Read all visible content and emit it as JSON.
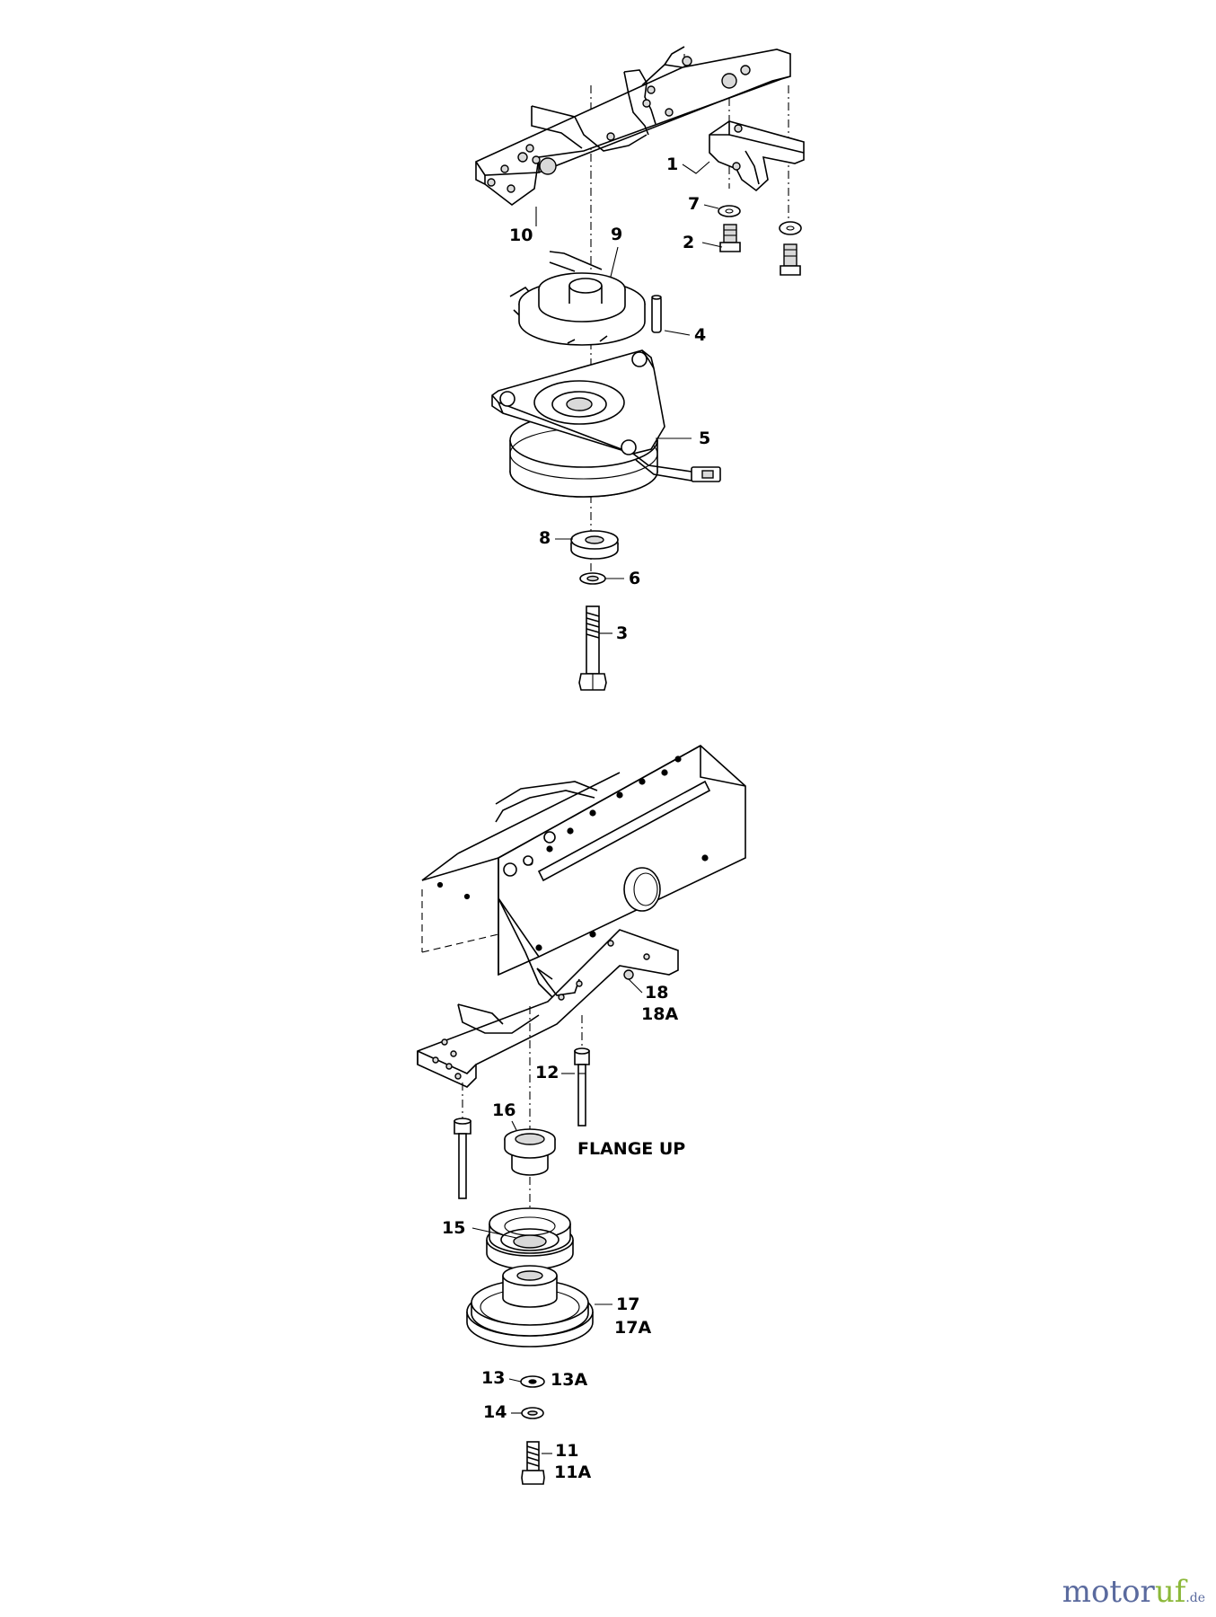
{
  "diagram": {
    "upper_assembly": {
      "callouts": [
        {
          "id": "c1",
          "text": "1"
        },
        {
          "id": "c7",
          "text": "7"
        },
        {
          "id": "c2",
          "text": "2"
        },
        {
          "id": "c10",
          "text": "10"
        },
        {
          "id": "c9",
          "text": "9"
        },
        {
          "id": "c4",
          "text": "4"
        },
        {
          "id": "c5",
          "text": "5"
        },
        {
          "id": "c8",
          "text": "8"
        },
        {
          "id": "c6",
          "text": "6"
        },
        {
          "id": "c3",
          "text": "3"
        }
      ]
    },
    "lower_assembly": {
      "callouts": [
        {
          "id": "c18",
          "text": "18"
        },
        {
          "id": "c18a",
          "text": "18A"
        },
        {
          "id": "c12",
          "text": "12"
        },
        {
          "id": "c16",
          "text": "16"
        },
        {
          "id": "c15",
          "text": "15"
        },
        {
          "id": "c17",
          "text": "17"
        },
        {
          "id": "c17a",
          "text": "17A"
        },
        {
          "id": "c13",
          "text": "13"
        },
        {
          "id": "c13a",
          "text": "13A"
        },
        {
          "id": "c14",
          "text": "14"
        },
        {
          "id": "c11",
          "text": "11"
        },
        {
          "id": "c11a",
          "text": "11A"
        }
      ],
      "note": "FLANGE UP"
    }
  },
  "watermark": {
    "part_a": "motor",
    "part_b": "uf",
    "tld": ".de"
  }
}
